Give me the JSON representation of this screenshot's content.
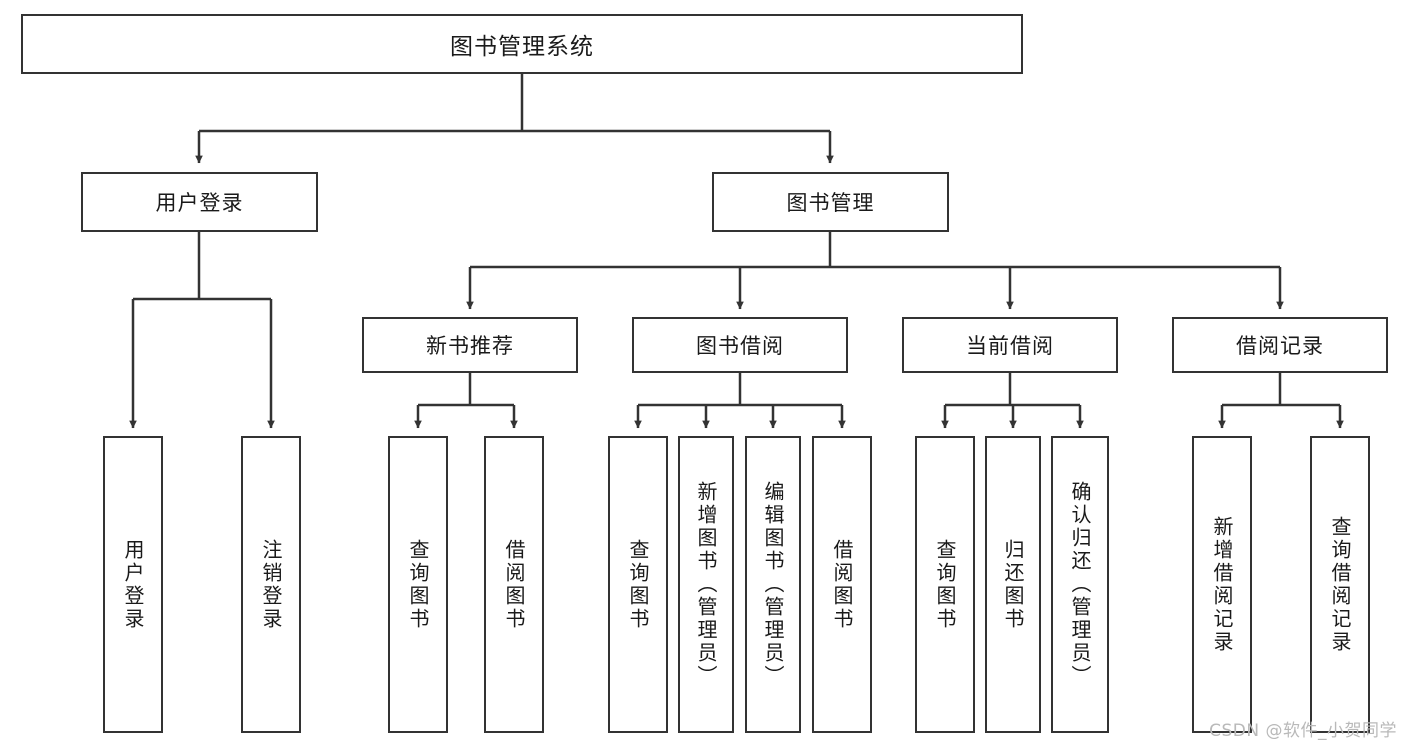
{
  "diagram": {
    "title": "图书管理系统",
    "type": "tree-hierarchy",
    "watermark": "CSDN @软件_小贺同学",
    "colors": {
      "border": "#333333",
      "background": "#ffffff",
      "text": "#1a1a1a",
      "watermark": "#b9b9b9"
    }
  },
  "root": {
    "label": "图书管理系统"
  },
  "level1": [
    {
      "label": "用户登录"
    },
    {
      "label": "图书管理"
    }
  ],
  "level2": [
    {
      "label": "新书推荐"
    },
    {
      "label": "图书借阅"
    },
    {
      "label": "当前借阅"
    },
    {
      "label": "借阅记录"
    }
  ],
  "leaves": {
    "user_login": [
      {
        "label": "用户登录"
      },
      {
        "label": "注销登录"
      }
    ],
    "new_book_recommend": [
      {
        "label": "查询图书"
      },
      {
        "label": "借阅图书"
      }
    ],
    "book_borrow": [
      {
        "label": "查询图书"
      },
      {
        "label": "新增图书（管理员）"
      },
      {
        "label": "编辑图书（管理员）"
      },
      {
        "label": "借阅图书"
      }
    ],
    "current_borrow": [
      {
        "label": "查询图书"
      },
      {
        "label": "归还图书"
      },
      {
        "label": "确认归还（管理员）"
      }
    ],
    "borrow_record": [
      {
        "label": "新增借阅记录"
      },
      {
        "label": "查询借阅记录"
      }
    ]
  }
}
